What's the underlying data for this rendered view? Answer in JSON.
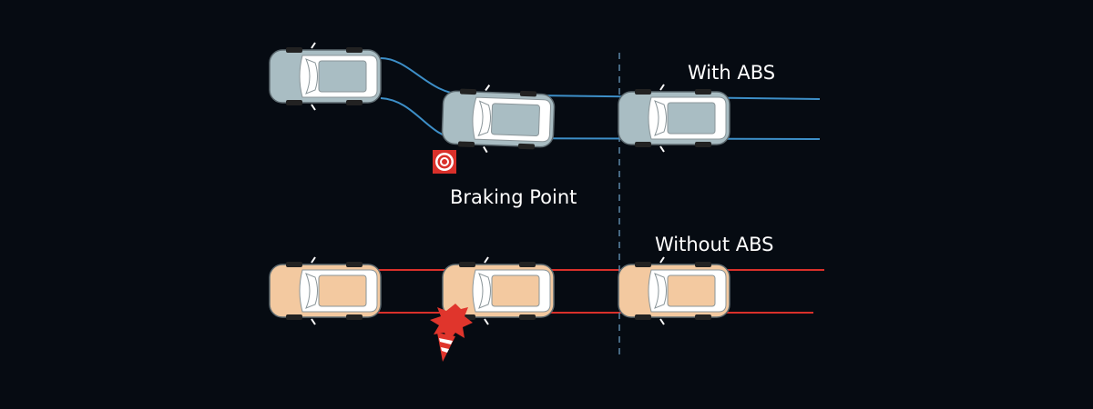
{
  "labels": {
    "with_abs": "With ABS",
    "braking_point": "Braking Point",
    "without_abs": "Without ABS"
  },
  "icons": [
    "car-icon",
    "target-icon",
    "traffic-cone-icon",
    "crash-burst-icon"
  ],
  "colors": {
    "background": "#060b12",
    "abs_car": "#a9bdc3",
    "abs_track": "#3d8fc8",
    "no_abs_car": "#f3c9a0",
    "no_abs_track": "#d9302a",
    "braking_marker": "#d9302a",
    "divider": "#5b87a8"
  }
}
